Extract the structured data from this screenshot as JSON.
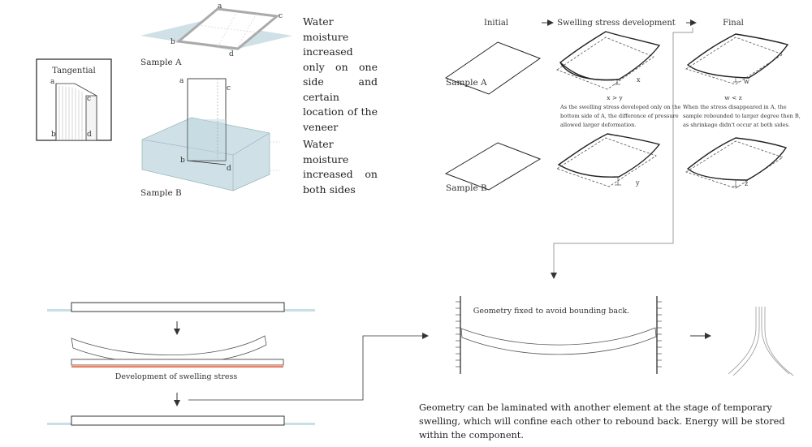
{
  "tangential_panel": {
    "title": "Tangential",
    "label_a": "a",
    "label_b": "b",
    "label_c": "c",
    "label_d": "d"
  },
  "sample_a_iso": {
    "caption": "Sample A",
    "label_a": "a",
    "label_b": "b",
    "label_c": "c",
    "label_d": "d"
  },
  "sample_b_iso": {
    "caption": "Sample B",
    "label_a": "a",
    "label_b": "b",
    "label_c": "c",
    "label_d": "d"
  },
  "notes": {
    "one_side": "Water moisture increased only on one side and certain location of the veneer",
    "both_sides": "Water moisture increased on both sides"
  },
  "process_chart": {
    "col_initial": "Initial",
    "col_swelling": "Swelling stress development",
    "col_final": "Final",
    "row_a_label": "Sample A",
    "row_b_label": "Sample B",
    "dim_x": "x",
    "dim_y": "y",
    "dim_w": "w",
    "dim_z": "z",
    "compare_xy": "x > y",
    "compare_wz": "w < z",
    "explain_swelling": [
      "As the swelling stress developed only on the",
      "bottom side of A, the difference of pressure",
      "allowed larger deformation."
    ],
    "explain_final": [
      "When the stress disappeared in A, the",
      "sample rebounded to larger degree then B,",
      "as shrinkage didn't occur at both sides."
    ]
  },
  "lamination": {
    "swelling_caption": "Development of swelling stress",
    "fixed_caption": "Geometry fixed to avoid bounding back.",
    "summary": "Geometry can be laminated with another element at the stage of temporary swelling, which will confine each other to rebound back. Energy will be stored within the component."
  },
  "colors": {
    "water": "#c9dfe6",
    "heat": "#e06040",
    "line": "#333333"
  }
}
